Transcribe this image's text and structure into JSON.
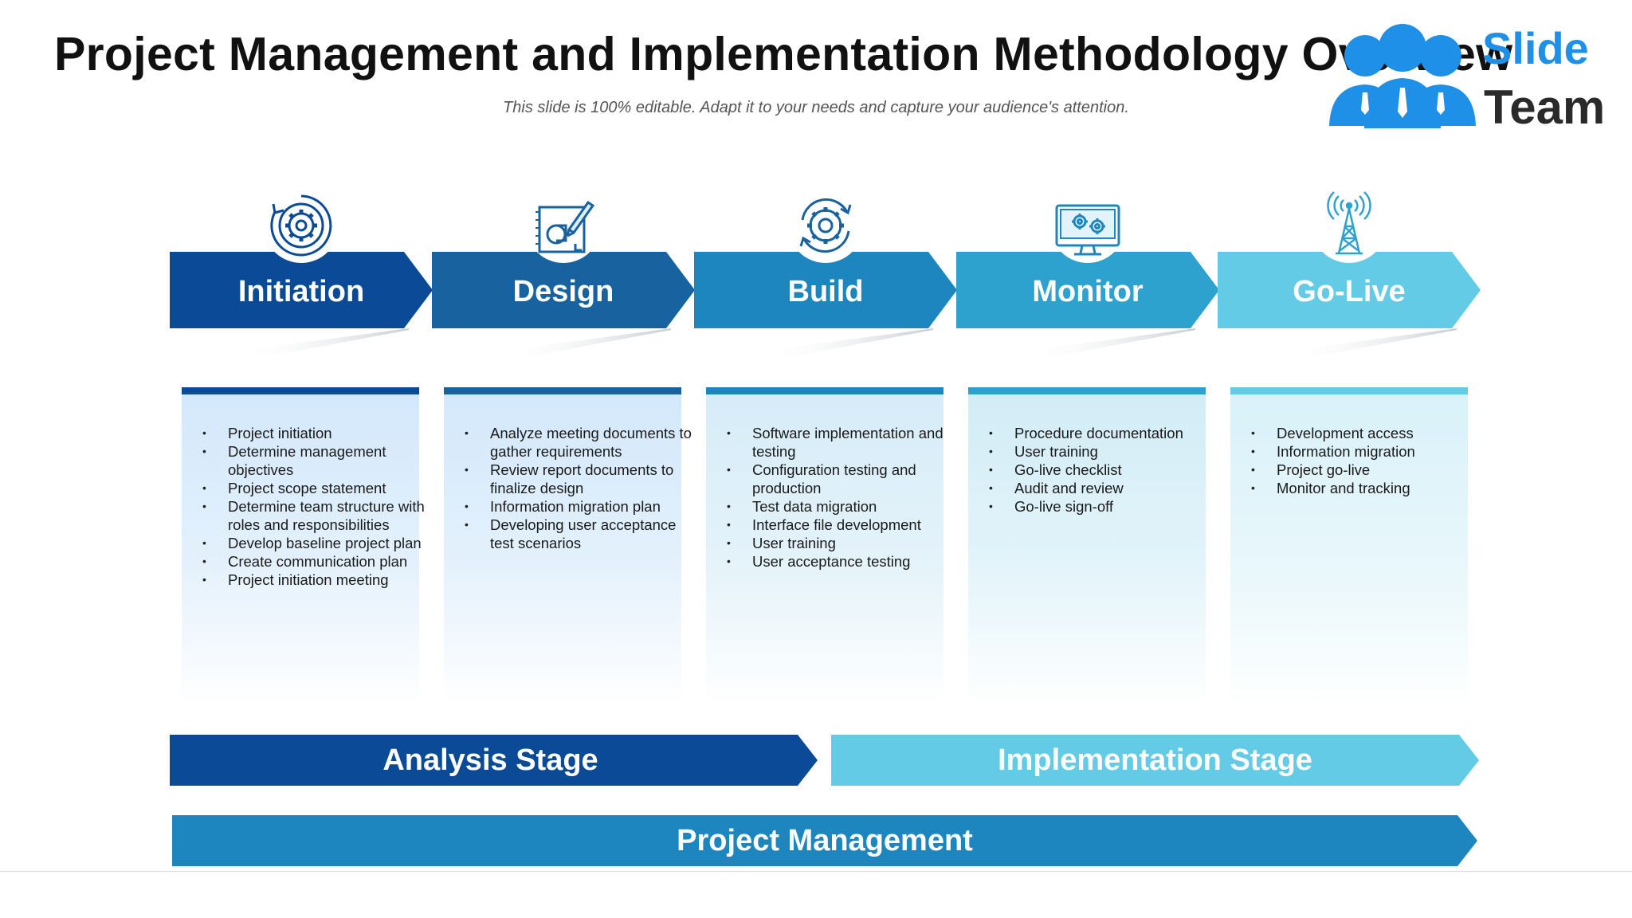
{
  "header": {
    "title": "Project Management and Implementation Methodology Overview",
    "subtitle": "This slide is 100% editable. Adapt it to your needs and capture your audience's attention."
  },
  "logo": {
    "word1": "Slide",
    "word2": "Team"
  },
  "colors": {
    "initiation": "#0b4a97",
    "design": "#17629f",
    "build": "#1e86bf",
    "monitor": "#2da2cf",
    "golive": "#63cbe6",
    "analysis_stage": "#0b4a97",
    "implementation_stage": "#63cbe6",
    "project_management": "#1e86bf"
  },
  "phases": [
    {
      "label": "Initiation",
      "icon": "gear-cycle-icon",
      "items": [
        "Project initiation",
        "Determine management objectives",
        "Project scope statement",
        "Determine team structure with roles and responsibilities",
        "Develop baseline project plan",
        "Create communication plan",
        "Project initiation meeting"
      ]
    },
    {
      "label": "Design",
      "icon": "design-sketch-icon",
      "items": [
        "Analyze meeting documents to gather requirements",
        "Review report documents to finalize design",
        "Information migration plan",
        "Developing user acceptance test scenarios"
      ]
    },
    {
      "label": "Build",
      "icon": "gear-refresh-icon",
      "items": [
        "Software implementation and testing",
        "Configuration testing and production",
        "Test data migration",
        "Interface file development",
        "User training",
        "User acceptance testing"
      ]
    },
    {
      "label": "Monitor",
      "icon": "monitor-gears-icon",
      "items": [
        "Procedure documentation",
        "User training",
        "Go-live checklist",
        "Audit and review",
        "Go-live sign-off"
      ]
    },
    {
      "label": "Go-Live",
      "icon": "broadcast-tower-icon",
      "items": [
        "Development access",
        "Information migration",
        "Project go-live",
        "Monitor and tracking"
      ]
    }
  ],
  "stages": {
    "analysis": "Analysis Stage",
    "implementation": "Implementation Stage",
    "management": "Project Management"
  }
}
